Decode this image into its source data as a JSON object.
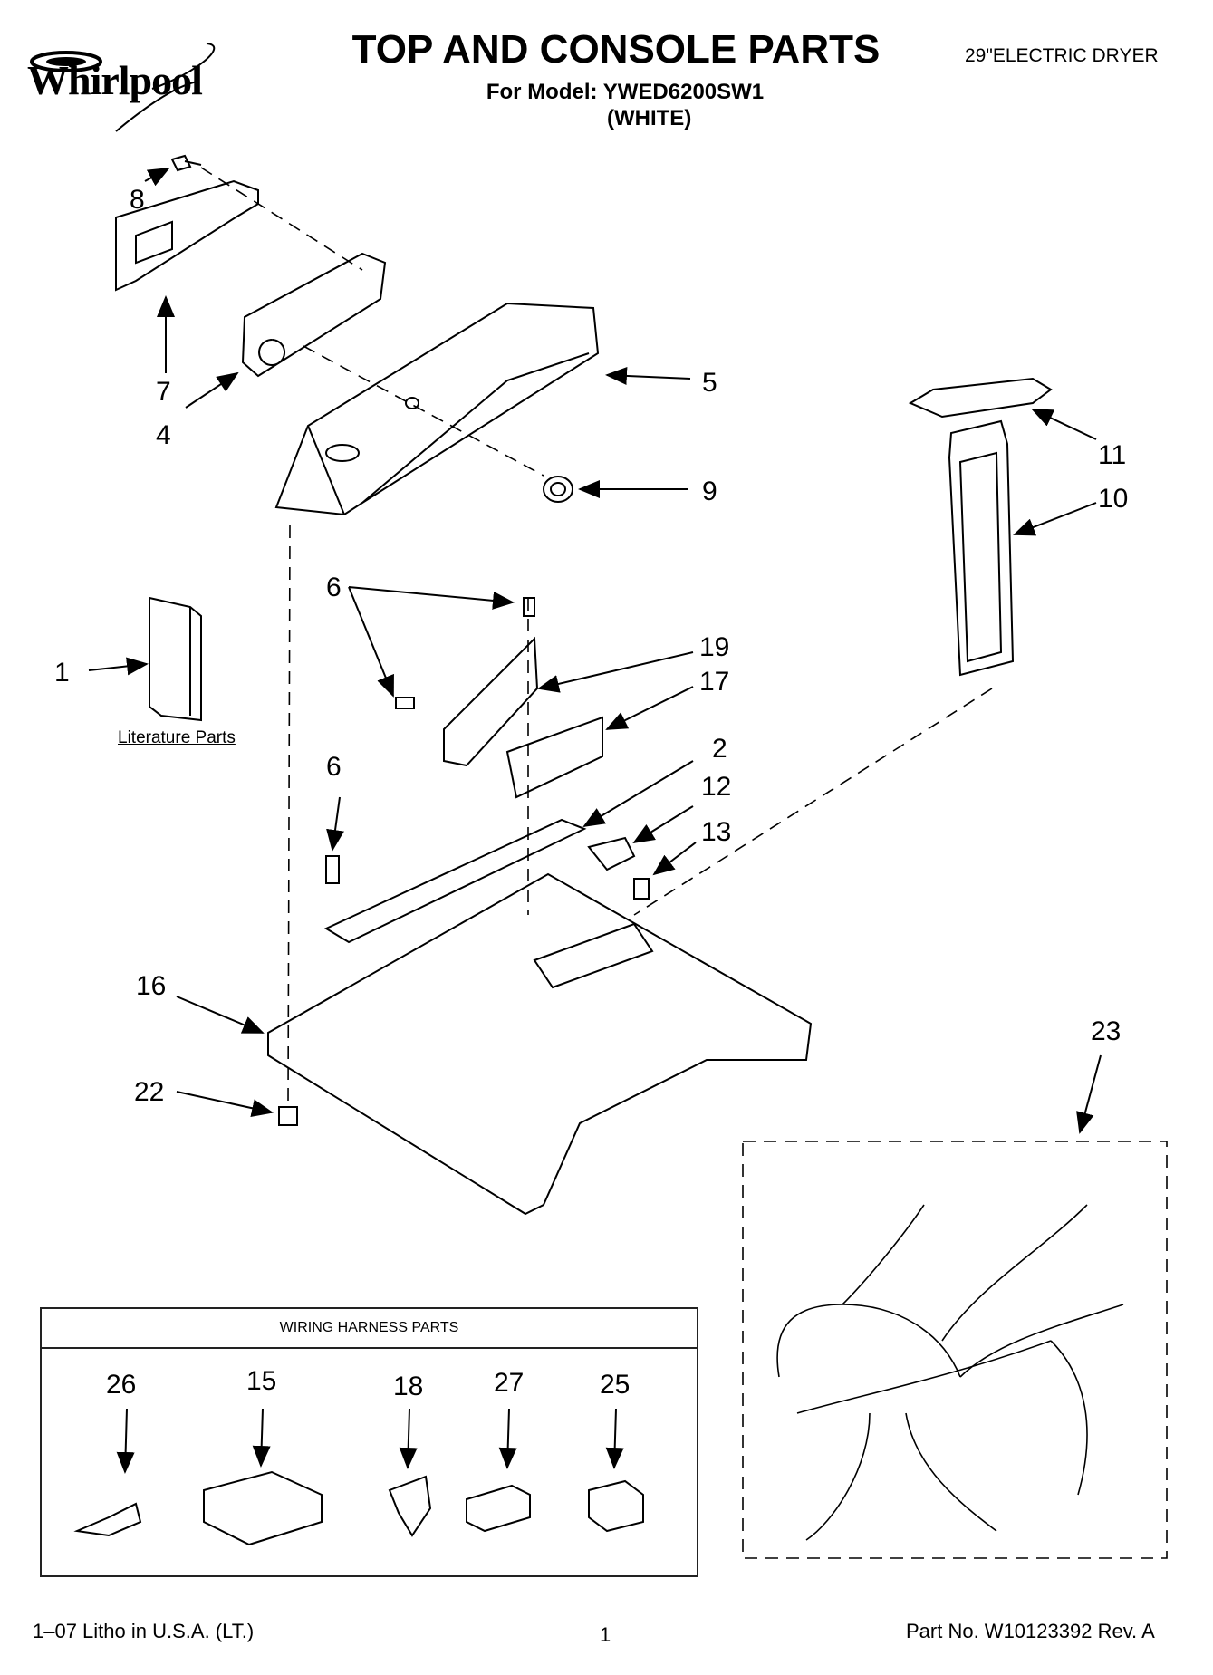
{
  "header": {
    "brand": "Whirlpool",
    "title": "TOP AND CONSOLE PARTS",
    "model_line": "For Model: YWED6200SW1",
    "color_line": "(WHITE)",
    "product": "29\"ELECTRIC DRYER"
  },
  "callouts": [
    "8",
    "7",
    "4",
    "5",
    "9",
    "11",
    "10",
    "6",
    "19",
    "17",
    "1",
    "6",
    "2",
    "12",
    "13",
    "16",
    "22",
    "23",
    "26",
    "15",
    "18",
    "27",
    "25"
  ],
  "literature_label": "Literature Parts",
  "wiring_harness": {
    "title": "WIRING HARNESS PARTS"
  },
  "footer": {
    "litho": "1–07 Litho in U.S.A. (LT.)",
    "page": "1",
    "part_no": "Part No. W10123392 Rev. A"
  }
}
